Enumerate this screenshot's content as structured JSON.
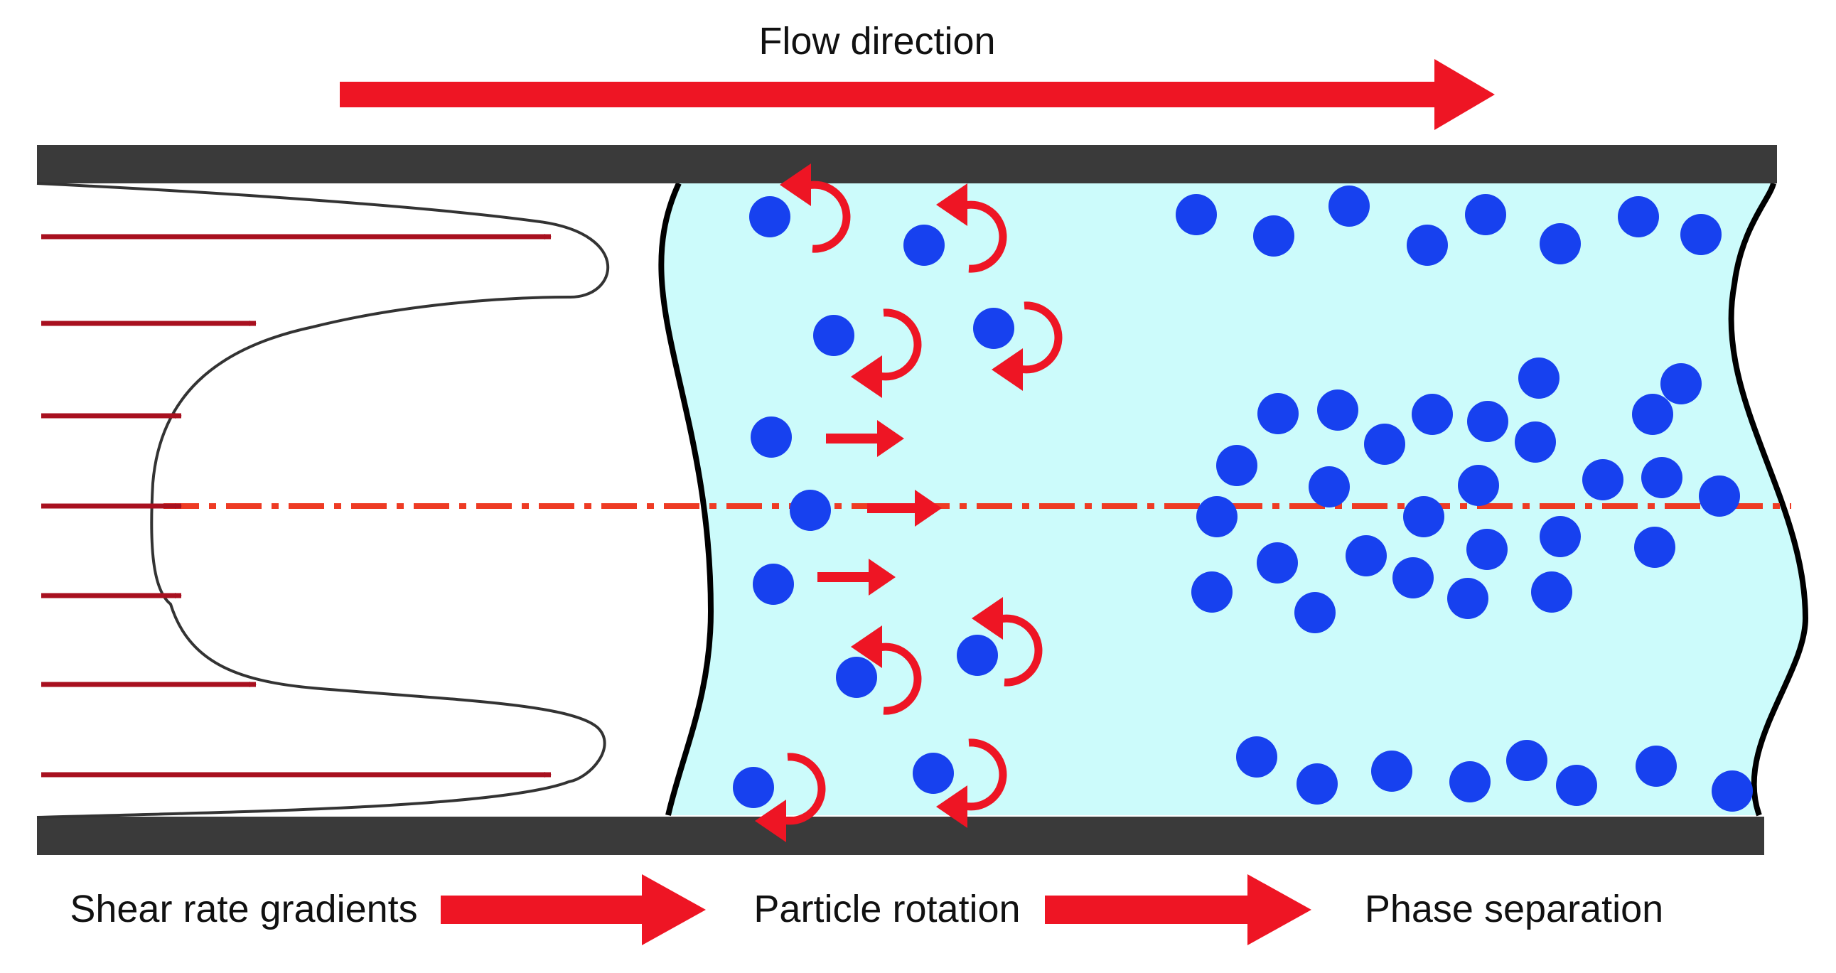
{
  "labels": {
    "flow_direction": "Flow direction",
    "stage_1": "Shear rate gradients",
    "stage_2": "Particle rotation",
    "stage_3": "Phase separation"
  },
  "colors": {
    "wall": "#3a3a3a",
    "fluid": "#ccfbfb",
    "particle": "#1741ef",
    "arrow_red": "#ee1524",
    "shear_arrow": "#a8101f",
    "centerline": "#ee3b24",
    "profile_line": "#333333",
    "interface_line": "#000000",
    "label_text": "#111111"
  },
  "icons": {
    "rotation": "curved-rotation-arrow-icon",
    "translation": "straight-arrow-icon",
    "particle": "circle"
  }
}
